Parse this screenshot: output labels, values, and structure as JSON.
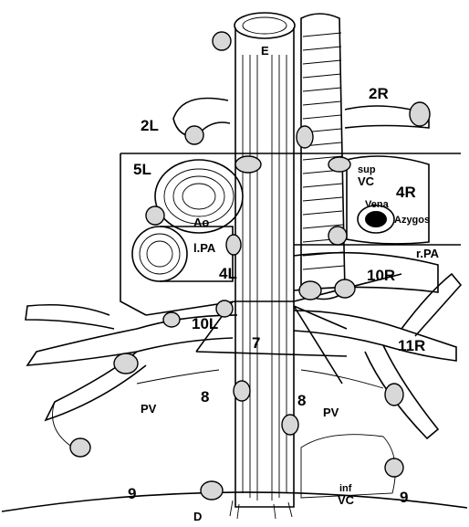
{
  "diagram": {
    "labels": {
      "esophagus": "E",
      "station_2R": "2R",
      "station_2L": "2L",
      "station_5L": "5L",
      "sup_vc_line1": "sup",
      "sup_vc_line2": "VC",
      "station_4R": "4R",
      "vena_azygos_line1": "Vena",
      "vena_azygos_line2": "Azygos",
      "aorta": "Ao",
      "left_pa": "l.PA",
      "right_pa": "r.PA",
      "station_4L": "4L",
      "station_10R": "10R",
      "station_10L": "10L",
      "station_7": "7",
      "station_11R": "11R",
      "station_8_left": "8",
      "station_8_right": "8",
      "pv_left": "PV",
      "pv_right": "PV",
      "station_9_left": "9",
      "station_9_right": "9",
      "inf_vc_line1": "inf",
      "inf_vc_line2": "VC",
      "diaphragm": "D"
    }
  }
}
